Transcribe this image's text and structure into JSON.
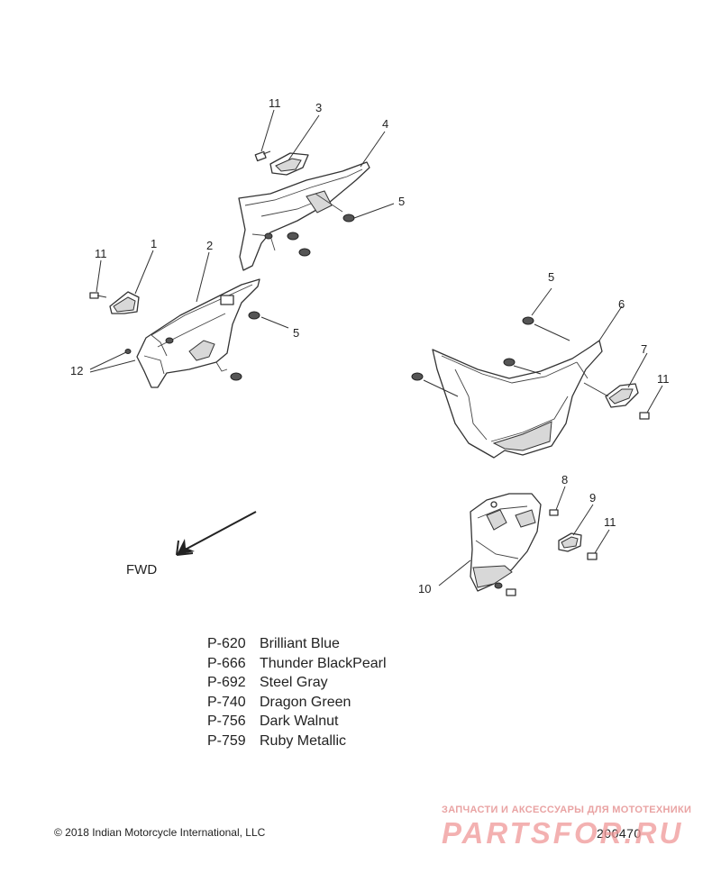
{
  "callouts": {
    "c11a": "11",
    "c3": "3",
    "c4": "4",
    "c5a": "5",
    "c11b": "11",
    "c1": "1",
    "c2": "2",
    "c5b": "5",
    "c12": "12",
    "c5c": "5",
    "c6": "6",
    "c7": "7",
    "c11c": "11",
    "c8": "8",
    "c9": "9",
    "c11d": "11",
    "c10": "10"
  },
  "fwd_label": "FWD",
  "paint_codes": [
    {
      "code": "P-620",
      "name": "Brilliant Blue"
    },
    {
      "code": "P-666",
      "name": "Thunder BlackPearl"
    },
    {
      "code": "P-692",
      "name": "Steel Gray"
    },
    {
      "code": "P-740",
      "name": "Dragon Green"
    },
    {
      "code": "P-756",
      "name": "Dark Walnut"
    },
    {
      "code": "P-759",
      "name": "Ruby Metallic"
    }
  ],
  "copyright": "© 2018 Indian Motorcycle International, LLC",
  "diagram_number": "200470",
  "watermark": {
    "line1": "ЗАПЧАСТИ И АКСЕССУАРЫ ДЛЯ МОТОТЕХНИКИ",
    "logo": "PARTSFOR.RU"
  }
}
